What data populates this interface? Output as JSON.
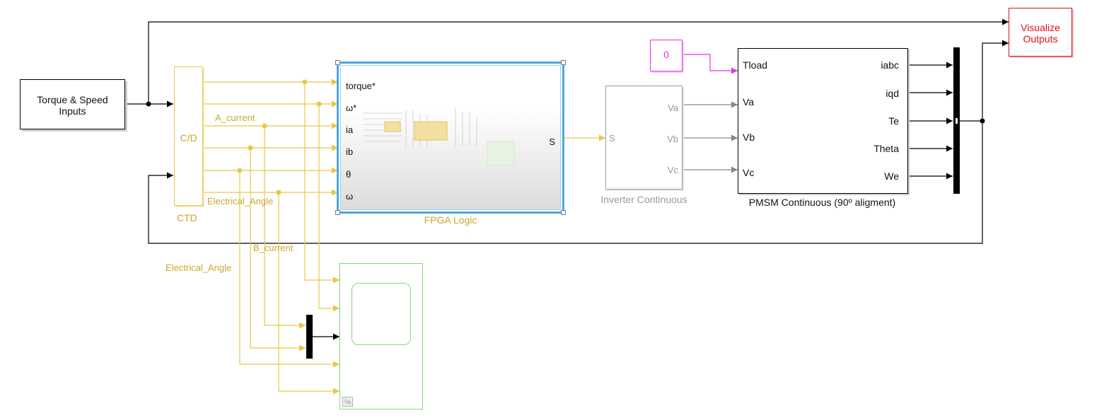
{
  "colors": {
    "signal_black": "#000000",
    "signal_yellow": "#e6c84a",
    "signal_grey": "#888888",
    "signal_magenta": "#e632e6",
    "block_yellow": "#e6c84a",
    "block_red": "#e01010",
    "block_magenta": "#e632e6",
    "block_green": "#7fd97f",
    "selection_blue": "#4ba8e0"
  },
  "blocks": {
    "torque_speed_inputs": {
      "label_line1": "Torque & Speed",
      "label_line2": "Inputs"
    },
    "ctd": {
      "icon_text": "C/D",
      "name": "CTD"
    },
    "fpga_logic": {
      "name": "FPGA Logic",
      "inports": [
        "torque*",
        "ω*",
        "ia",
        "ib",
        "θ",
        "ω"
      ],
      "outport": "S",
      "selected": true
    },
    "inverter": {
      "name": "Inverter Continuous",
      "inport": "S",
      "outports": [
        "Va",
        "Vb",
        "Vc"
      ]
    },
    "constant_zero": {
      "value": "0"
    },
    "pmsm": {
      "name": "PMSM Continuous (90º aligment)",
      "inports": [
        "Tload",
        "Va",
        "Vb",
        "Vc"
      ],
      "outports": [
        "iabc",
        "iqd",
        "Te",
        "Theta",
        "We"
      ]
    },
    "visualize_outputs": {
      "label_line1": "Visualize",
      "label_line2": "Outputs"
    },
    "scope": {
      "footer_icon_text": "%"
    }
  },
  "signal_labels": {
    "a_current": "A_current",
    "electrical_angle_1": "Electrical_Angle",
    "b_current": "B_current",
    "electrical_angle_2": "Electrical_Angle"
  }
}
